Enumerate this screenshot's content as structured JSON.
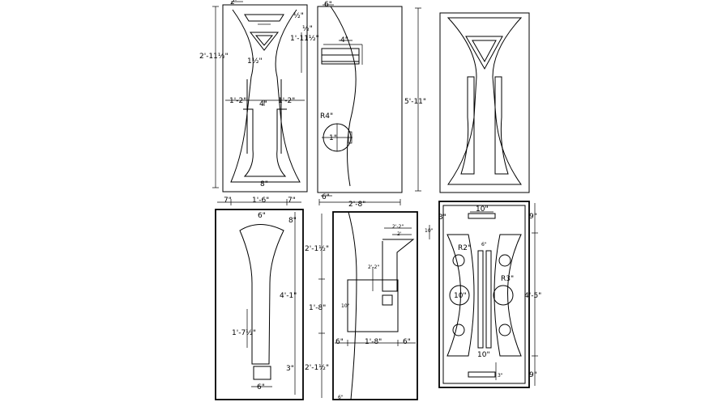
{
  "panel_a": {
    "top_width": "2'",
    "overall_height": "2'-11½\"",
    "inner_height": "1'-11½\"",
    "small_mark": "½\"",
    "half_mark": "½\"",
    "side_offset": "1½\"",
    "left_half": "1'-2\"",
    "right_half": "1'-2\"",
    "center_gap": "4\"",
    "base_width": "8\""
  },
  "panel_b": {
    "top_width": "6\"",
    "overall_height": "5'-11\"",
    "radius": "R4\"",
    "center_mark": "1\"",
    "bottom_offset": "6\"",
    "overall_width": "2'-8\"",
    "bar_mark": "4\""
  },
  "panel_d": {
    "seg_left": "7\"",
    "seg_mid": "1'-6\"",
    "seg_right": "7\"",
    "top_gap": "6\"",
    "top_drop": "8\"",
    "overall_height": "4'-1\"",
    "stem_length": "1'-7½\"",
    "base_height": "3\"",
    "base_width": "6\""
  },
  "panel_e": {
    "upper_height": "2'-1½\"",
    "middle_height": "1'-8\"",
    "lower_height": "2'-1½\"",
    "seg_left": "6\"",
    "seg_mid": "1'-8\"",
    "seg_right": "6\"",
    "arm_length": "2'-2\"",
    "arm_top": "2'",
    "stem_height": "2'-2\"",
    "arm_side": "10\"",
    "small_mark": "10\"",
    "bottom_mark": "6\""
  },
  "panel_f": {
    "top_slot": "10\"",
    "top_margin": "3\"",
    "upper_drop": "9\"",
    "overall_height": "4'-5\"",
    "lower_drop": "9\"",
    "hole_radius": "R3\"",
    "small_radius": "R2\"",
    "big_hole": "10\"",
    "center_slot": "10\"",
    "slot_mark": "6\"",
    "bottom_mark": "3\""
  }
}
